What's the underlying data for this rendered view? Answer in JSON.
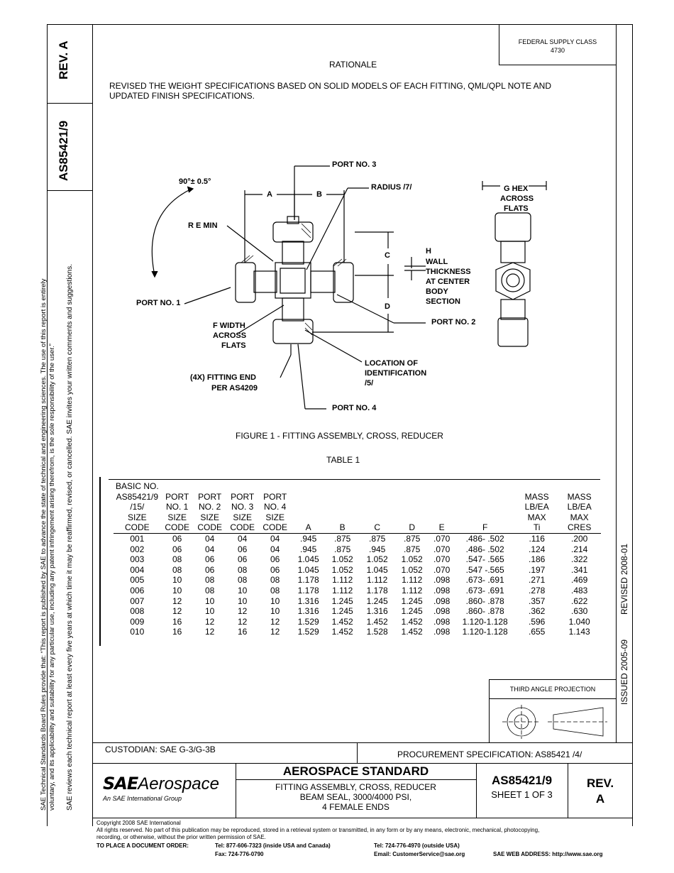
{
  "left_margin": {
    "rules_line1": "SAE Technical Standards Board Rules provide that: “This report is published by SAE to advance the state of technical and engineering sciences. The use of this report is entirely",
    "rules_line2": "voluntary, and its applicability and suitability for any particular use, including any patent infringement arising therefrom, is the sole responsibility of the user.”",
    "review_line": "SAE reviews each technical report at least every five years at which time it may be reaffirmed, revised, or cancelled. SAE invites your written comments and suggestions."
  },
  "side_boxes": {
    "rev": "REV. A",
    "doc_number": "AS85421/9"
  },
  "right_strip": {
    "revised": "REVISED 2008-01",
    "issued": "ISSUED 2005-09"
  },
  "federal_supply": {
    "line1": "FEDERAL SUPPLY CLASS",
    "line2": "4730"
  },
  "rationale": {
    "title": "RATIONALE",
    "text": "REVISED THE WEIGHT SPECIFICATIONS BASED ON SOLID MODELS OF EACH FITTING, QML/QPL NOTE AND UPDATED FINISH SPECIFICATIONS."
  },
  "figure": {
    "labels": {
      "port3": "PORT NO. 3",
      "angle": "90°± 0.5°",
      "a": "A",
      "b": "B",
      "radius": "RADIUS /7/",
      "g_hex_1": "G HEX",
      "g_hex_2": "ACROSS",
      "g_hex_3": "FLATS",
      "re_min": "R E MIN",
      "c": "C",
      "h_1": "H",
      "h_2": "WALL",
      "h_3": "THICKNESS",
      "h_4": "AT CENTER",
      "h_5": "BODY",
      "h_6": "SECTION",
      "port1": "PORT NO. 1",
      "d": "D",
      "port2": "PORT NO. 2",
      "f_1": "F WIDTH",
      "f_2": "ACROSS",
      "f_3": "FLATS",
      "loc_1": "LOCATION OF",
      "loc_2": "IDENTIFICATION",
      "loc_3": "/5/",
      "fit_1": "(4X) FITTING END",
      "fit_2": "PER AS4209",
      "port4": "PORT NO. 4"
    },
    "caption": "FIGURE 1 - FITTING ASSEMBLY, CROSS, REDUCER"
  },
  "table": {
    "title": "TABLE 1",
    "headers": [
      [
        "BASIC NO.",
        "AS85421/9",
        "/15/",
        "SIZE",
        "CODE"
      ],
      [
        "PORT",
        "NO. 1",
        "SIZE",
        "CODE"
      ],
      [
        "PORT",
        "NO. 2",
        "SIZE",
        "CODE"
      ],
      [
        "PORT",
        "NO. 3",
        "SIZE",
        "CODE"
      ],
      [
        "PORT",
        "NO. 4",
        "SIZE",
        "CODE"
      ],
      [
        "A"
      ],
      [
        "B"
      ],
      [
        "C"
      ],
      [
        "D"
      ],
      [
        "E"
      ],
      [
        "F"
      ],
      [
        "MASS",
        "LB/EA",
        "MAX",
        "Ti"
      ],
      [
        "MASS",
        "LB/EA",
        "MAX",
        "CRES"
      ]
    ],
    "rows": [
      [
        "001",
        "06",
        "04",
        "04",
        "04",
        ".945",
        ".875",
        ".875",
        ".875",
        ".070",
        ".486- .502",
        ".116",
        ".200"
      ],
      [
        "002",
        "06",
        "04",
        "06",
        "04",
        ".945",
        ".875",
        ".945",
        ".875",
        ".070",
        ".486- .502",
        ".124",
        ".214"
      ],
      [
        "003",
        "08",
        "06",
        "06",
        "06",
        "1.045",
        "1.052",
        "1.052",
        "1.052",
        ".070",
        ".547- .565",
        ".186",
        ".322"
      ],
      [
        "004",
        "08",
        "06",
        "08",
        "06",
        "1.045",
        "1.052",
        "1.045",
        "1.052",
        ".070",
        ".547 -.565",
        ".197",
        ".341"
      ],
      [
        "005",
        "10",
        "08",
        "08",
        "08",
        "1.178",
        "1.112",
        "1.112",
        "1.112",
        ".098",
        ".673- .691",
        ".271",
        ".469"
      ],
      [
        "006",
        "10",
        "08",
        "10",
        "08",
        "1.178",
        "1.112",
        "1.178",
        "1.112",
        ".098",
        ".673- .691",
        ".278",
        ".483"
      ],
      [
        "007",
        "12",
        "10",
        "10",
        "10",
        "1.316",
        "1.245",
        "1.245",
        "1.245",
        ".098",
        ".860- .878",
        ".357",
        ".622"
      ],
      [
        "008",
        "12",
        "10",
        "12",
        "10",
        "1.316",
        "1.245",
        "1.316",
        "1.245",
        ".098",
        ".860- .878",
        ".362",
        ".630"
      ],
      [
        "009",
        "16",
        "12",
        "12",
        "12",
        "1.529",
        "1.452",
        "1.452",
        "1.452",
        ".098",
        "1.120-1.128",
        ".596",
        "1.040"
      ],
      [
        "010",
        "16",
        "12",
        "16",
        "12",
        "1.529",
        "1.452",
        "1.528",
        "1.452",
        ".098",
        "1.120-1.128",
        ".655",
        "1.143"
      ]
    ]
  },
  "projection": {
    "title": "THIRD ANGLE PROJECTION"
  },
  "custodian": "CUSTODIAN: SAE G-3/G-3B",
  "procurement": "PROCUREMENT SPECIFICATION: AS85421 /4/",
  "title_block": {
    "logo_sae": "SAE",
    "logo_aero": "Aerospace",
    "logo_sub": "An SAE International Group",
    "std_title": "AEROSPACE STANDARD",
    "desc1": "FITTING ASSEMBLY, CROSS, REDUCER",
    "desc2": "BEAM SEAL, 3000/4000 PSI,",
    "desc3": "4 FEMALE ENDS",
    "doc_number": "AS85421/9",
    "sheet": "SHEET 1 OF 3",
    "rev_label": "REV.",
    "rev_value": "A"
  },
  "footer": {
    "copyright": "Copyright 2008 SAE International",
    "rights1": "All rights reserved. No part of this publication may be reproduced, stored in a retrieval system or transmitted, in any form or by any means, electronic, mechanical, photocopying,",
    "rights2": "recording, or otherwise, without the prior written permission of SAE.",
    "order_label": "TO PLACE A DOCUMENT ORDER:",
    "tel_us": "Tel:  877-606-7323 (inside USA and Canada)",
    "fax": "Fax:  724-776-0790",
    "tel_out": "Tel:   724-776-4970 (outside USA)",
    "email": "Email: CustomerService@sae.org",
    "web": "SAE WEB ADDRESS: http://www.sae.org"
  }
}
